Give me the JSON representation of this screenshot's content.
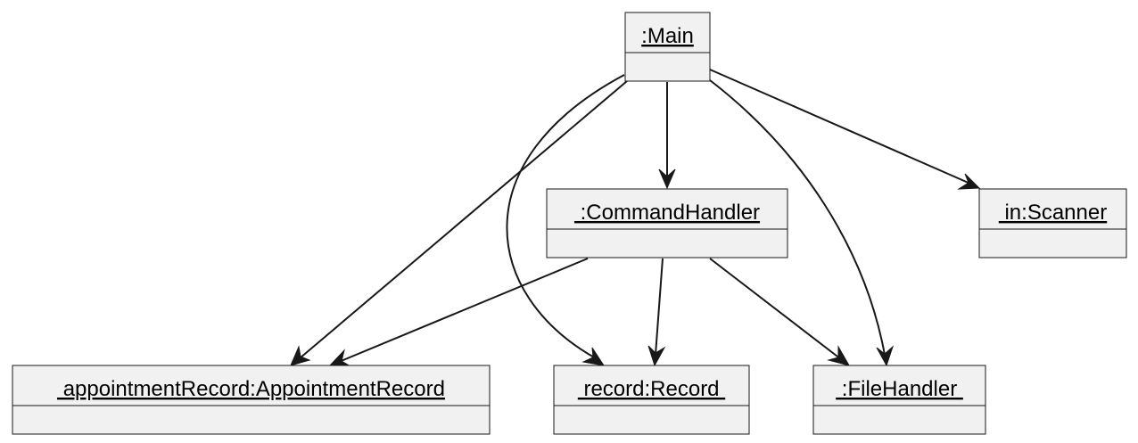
{
  "diagram": {
    "type": "uml-object-diagram",
    "objects": {
      "main": ":Main",
      "command_handler": " :CommandHandler",
      "scanner": " in:Scanner",
      "appointment_record": " appointmentRecord:AppointmentRecord",
      "record": " record:Record ",
      "file_handler": " :FileHandler "
    },
    "links": [
      {
        "from": "main",
        "to": "command_handler"
      },
      {
        "from": "main",
        "to": "scanner"
      },
      {
        "from": "main",
        "to": "appointment_record"
      },
      {
        "from": "main",
        "to": "record"
      },
      {
        "from": "main",
        "to": "file_handler"
      },
      {
        "from": "command_handler",
        "to": "appointment_record"
      },
      {
        "from": "command_handler",
        "to": "record"
      },
      {
        "from": "command_handler",
        "to": "file_handler"
      }
    ]
  }
}
